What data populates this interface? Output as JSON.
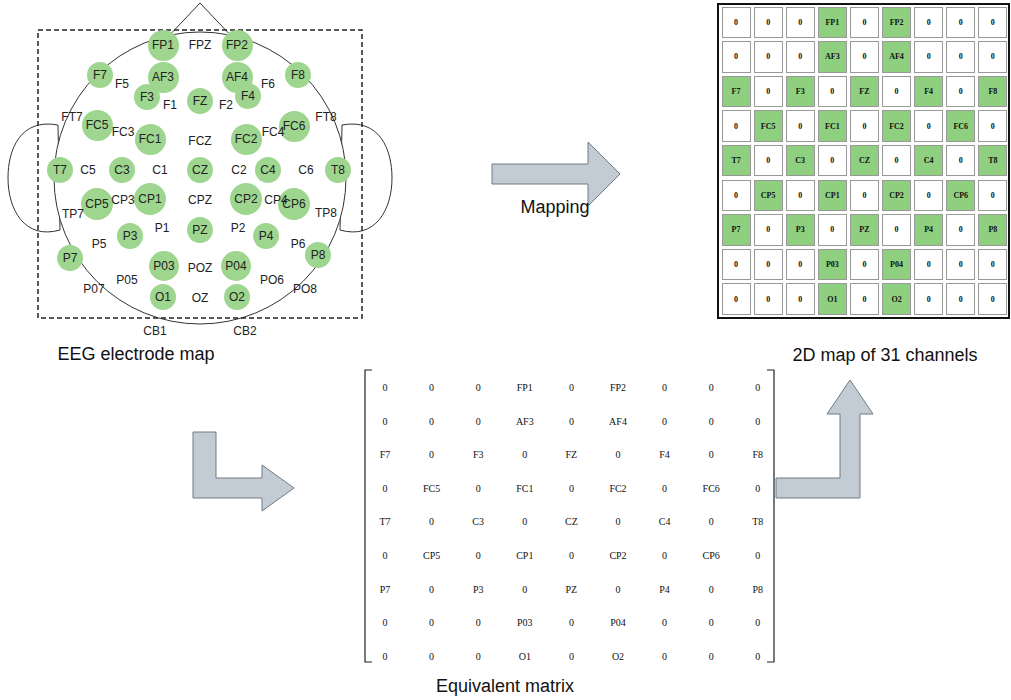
{
  "diagram": {
    "nodes": [
      {
        "text": [
          "FP1"
        ]
      },
      {
        "text": [
          "FP2"
        ]
      },
      {
        "text": [
          "F7"
        ]
      },
      {
        "text": [
          "AF3"
        ]
      },
      {
        "text": [
          "AF4"
        ]
      },
      {
        "text": [
          "F8"
        ]
      },
      {
        "text": [
          "F3"
        ]
      },
      {
        "text": [
          "FZ"
        ]
      },
      {
        "text": [
          "F4"
        ]
      },
      {
        "text": [
          "FC5"
        ]
      },
      {
        "text": [
          "FC1"
        ]
      },
      {
        "text": [
          "FC2"
        ]
      },
      {
        "text": [
          "FC6"
        ]
      },
      {
        "text": [
          "T7"
        ]
      },
      {
        "text": [
          "C3"
        ]
      },
      {
        "text": [
          "CZ"
        ]
      },
      {
        "text": [
          "C4"
        ]
      },
      {
        "text": [
          "T8"
        ]
      },
      {
        "text": [
          "CP1"
        ]
      },
      {
        "text": [
          "CP2"
        ]
      },
      {
        "text": [
          "CP5"
        ]
      },
      {
        "text": [
          "CP6"
        ]
      },
      {
        "text": [
          "PZ"
        ]
      },
      {
        "text": [
          "P3"
        ]
      },
      {
        "text": [
          "P4"
        ]
      },
      {
        "text": [
          "P8"
        ]
      },
      {
        "text": [
          "P7"
        ]
      },
      {
        "text": [
          "P03"
        ]
      },
      {
        "text": [
          "P04"
        ]
      },
      {
        "text": [
          "O1"
        ]
      },
      {
        "text": [
          "O2"
        ]
      },
      {
        "text": [
          "0"
        ]
      },
      {
        "text": [
          "0"
        ]
      },
      {
        "text": [
          "0"
        ]
      },
      {
        "text": [
          "FP1"
        ]
      },
      {
        "text": [
          "0"
        ]
      },
      {
        "text": [
          "FP2"
        ]
      },
      {
        "text": [
          "0"
        ]
      },
      {
        "text": [
          "0"
        ]
      },
      {
        "text": [
          "0"
        ]
      },
      {
        "text": [
          "0"
        ]
      },
      {
        "text": [
          "0"
        ]
      },
      {
        "text": [
          "0"
        ]
      },
      {
        "text": [
          "AF3"
        ]
      },
      {
        "text": [
          "0"
        ]
      },
      {
        "text": [
          "AF4"
        ]
      },
      {
        "text": [
          "0"
        ]
      },
      {
        "text": [
          "0"
        ]
      },
      {
        "text": [
          "0"
        ]
      },
      {
        "text": [
          "F7"
        ]
      },
      {
        "text": [
          "0"
        ]
      },
      {
        "text": [
          "F3"
        ]
      },
      {
        "text": [
          "0"
        ]
      },
      {
        "text": [
          "FZ"
        ]
      },
      {
        "text": [
          "0"
        ]
      },
      {
        "text": [
          "F4"
        ]
      },
      {
        "text": [
          "0"
        ]
      },
      {
        "text": [
          "F8"
        ]
      },
      {
        "text": [
          "0"
        ]
      },
      {
        "text": [
          "FC5"
        ]
      },
      {
        "text": [
          "0"
        ]
      },
      {
        "text": [
          "FC1"
        ]
      },
      {
        "text": [
          "0"
        ]
      },
      {
        "text": [
          "FC2"
        ]
      },
      {
        "text": [
          "0"
        ]
      },
      {
        "text": [
          "FC6"
        ]
      },
      {
        "text": [
          "0"
        ]
      },
      {
        "text": [
          "T7"
        ]
      },
      {
        "text": [
          "0"
        ]
      },
      {
        "text": [
          "C3"
        ]
      },
      {
        "text": [
          "0"
        ]
      },
      {
        "text": [
          "CZ"
        ]
      },
      {
        "text": [
          "0"
        ]
      },
      {
        "text": [
          "C4"
        ]
      },
      {
        "text": [
          "0"
        ]
      },
      {
        "text": [
          "T8"
        ]
      },
      {
        "text": [
          "0"
        ]
      },
      {
        "text": [
          "CP5"
        ]
      },
      {
        "text": [
          "0"
        ]
      },
      {
        "text": [
          "CP1"
        ]
      },
      {
        "text": [
          "0"
        ]
      },
      {
        "text": [
          "CP2"
        ]
      },
      {
        "text": [
          "0"
        ]
      },
      {
        "text": [
          "CP6"
        ]
      },
      {
        "text": [
          "0"
        ]
      },
      {
        "text": [
          "P7"
        ]
      },
      {
        "text": [
          "0"
        ]
      },
      {
        "text": [
          "P3"
        ]
      },
      {
        "text": [
          "0"
        ]
      },
      {
        "text": [
          "PZ"
        ]
      },
      {
        "text": [
          "0"
        ]
      },
      {
        "text": [
          "P4"
        ]
      },
      {
        "text": [
          "0"
        ]
      },
      {
        "text": [
          "P8"
        ]
      },
      {
        "text": [
          "0"
        ]
      },
      {
        "text": [
          "0"
        ]
      },
      {
        "text": [
          "0"
        ]
      },
      {
        "text": [
          "P03"
        ]
      },
      {
        "text": [
          "0"
        ]
      },
      {
        "text": [
          "P04"
        ]
      },
      {
        "text": [
          "0"
        ]
      },
      {
        "text": [
          "0"
        ]
      },
      {
        "text": [
          "0"
        ]
      },
      {
        "text": [
          "0"
        ]
      },
      {
        "text": [
          "0"
        ]
      },
      {
        "text": [
          "0"
        ]
      },
      {
        "text": [
          "O1"
        ]
      },
      {
        "text": [
          "0"
        ]
      },
      {
        "text": [
          "O2"
        ]
      },
      {
        "text": [
          "0"
        ]
      },
      {
        "text": [
          "0"
        ]
      },
      {
        "text": [
          "0"
        ]
      }
    ],
    "labels": [
      "FPZ",
      "F5",
      "F1",
      "F2",
      "F6",
      "FT7",
      "FC3",
      "FCZ",
      "FC4",
      "FT8",
      "C5",
      "C1",
      "C2",
      "C6",
      "TP7",
      "CP3",
      "CPZ",
      "CP4",
      "TP8",
      "P5",
      "P1",
      "P2",
      "P6",
      "P07",
      "P05",
      "POZ",
      "PO6",
      "PO8",
      "OZ",
      "CB1",
      "CB2",
      "EEG electrode map",
      "Mapping",
      "2D map of 31 channels",
      "Equivalent matrix",
      "0",
      "0",
      "0",
      "FP1",
      "0",
      "FP2",
      "0",
      "0",
      "0",
      "0",
      "0",
      "0",
      "AF3",
      "0",
      "AF4",
      "0",
      "0",
      "0",
      "F7",
      "0",
      "F3",
      "0",
      "FZ",
      "0",
      "F4",
      "0",
      "F8",
      "0",
      "FC5",
      "0",
      "FC1",
      "0",
      "FC2",
      "0",
      "FC6",
      "0",
      "T7",
      "0",
      "C3",
      "0",
      "CZ",
      "0",
      "C4",
      "0",
      "T8",
      "0",
      "CP5",
      "0",
      "CP1",
      "0",
      "CP2",
      "0",
      "CP6",
      "0",
      "P7",
      "0",
      "P3",
      "0",
      "PZ",
      "0",
      "P4",
      "0",
      "P8",
      "0",
      "0",
      "0",
      "P03",
      "0",
      "P04",
      "0",
      "0",
      "0",
      "0",
      "0",
      "0",
      "O1",
      "0",
      "O2",
      "0",
      "0",
      "0"
    ]
  }
}
